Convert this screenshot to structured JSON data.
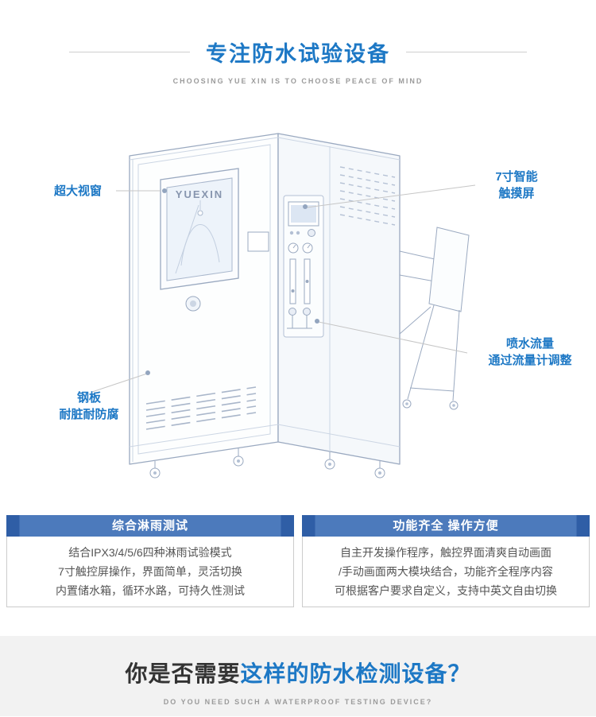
{
  "header": {
    "title": "专注防水试验设备",
    "subtitle": "CHOOSING YUE XIN IS TO CHOOSE PEACE OF MIND"
  },
  "illustration": {
    "logo": "YUEXIN",
    "callouts": {
      "window": "超大视窗",
      "touchscreen_line1": "7寸智能",
      "touchscreen_line2": "触摸屏",
      "flow_line1": "喷水流量",
      "flow_line2": "通过流量计调整",
      "steel_line1": "钢板",
      "steel_line2": "耐脏耐防腐"
    }
  },
  "features": {
    "left": {
      "title": "综合淋雨测试",
      "lines": [
        "结合IPX3/4/5/6四种淋雨试验模式",
        "7寸触控屏操作，界面简单，灵活切换",
        "内置储水箱，循环水路，可持久性测试"
      ]
    },
    "right": {
      "title": "功能齐全 操作方便",
      "lines": [
        "自主开发操作程序，触控界面清爽自动画面",
        "/手动画面两大模块结合，功能齐全程序内容",
        "可根据客户要求自定义，支持中英文自由切换"
      ]
    }
  },
  "footer": {
    "question_dark": "你是否需要",
    "question_accent": "这样的防水检测设备？",
    "subtitle": "DO YOU NEED SUCH A WATERPROOF TESTING DEVICE?"
  },
  "colors": {
    "accent": "#1d78c5",
    "feature_header": "#4c7abc",
    "line_art": "#9aa9c0",
    "footer_background": "#f2f2f2"
  }
}
